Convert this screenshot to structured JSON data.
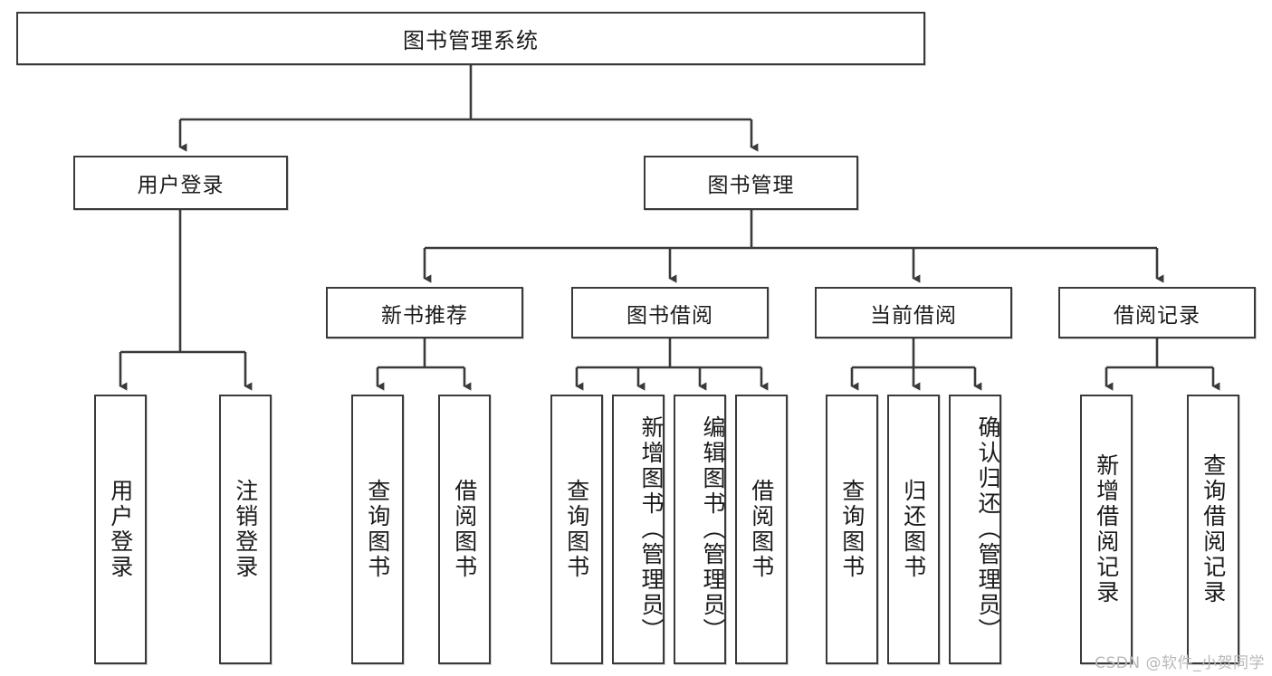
{
  "diagram": {
    "title": "图书管理系统",
    "type": "hierarchy-tree",
    "root": {
      "label": "图书管理系统"
    },
    "level2": [
      {
        "label": "用户登录"
      },
      {
        "label": "图书管理"
      }
    ],
    "level3": [
      {
        "label": "新书推荐"
      },
      {
        "label": "图书借阅"
      },
      {
        "label": "当前借阅"
      },
      {
        "label": "借阅记录"
      }
    ],
    "leaves": {
      "user_login": [
        {
          "label": "用户登录"
        },
        {
          "label": "注销登录"
        }
      ],
      "new_book_recommend": [
        {
          "label": "查询图书"
        },
        {
          "label": "借阅图书"
        }
      ],
      "book_borrow": [
        {
          "label": "查询图书"
        },
        {
          "label": "新增图书（管理员）"
        },
        {
          "label": "编辑图书（管理员）"
        },
        {
          "label": "借阅图书"
        }
      ],
      "current_borrow": [
        {
          "label": "查询图书"
        },
        {
          "label": "归还图书"
        },
        {
          "label": "确认归还（管理员）"
        }
      ],
      "borrow_record": [
        {
          "label": "新增借阅记录"
        },
        {
          "label": "查询借阅记录"
        }
      ]
    }
  },
  "watermark": {
    "text": "CSDN @软件_小贺同学"
  },
  "colors": {
    "border": "#3a3a3a",
    "text": "#1a1a1a",
    "background": "#ffffff",
    "watermark": "#b9b9b9"
  }
}
